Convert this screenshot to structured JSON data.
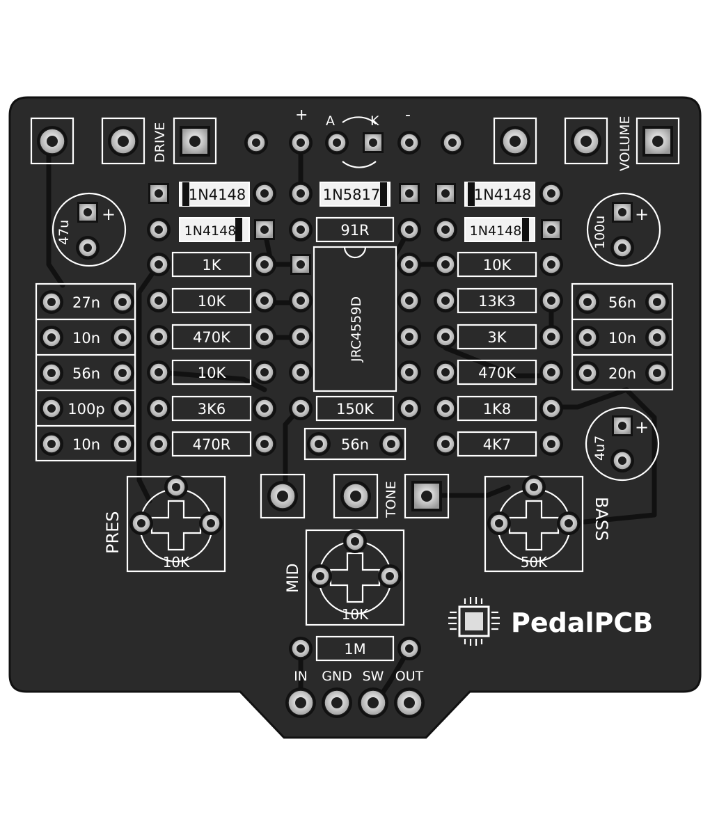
{
  "board": {
    "brand": "PedalPCB",
    "ic": "JRC4559D",
    "led_labels": {
      "plus": "+",
      "anode": "A",
      "cathode": "K",
      "minus": "-"
    }
  },
  "pots": {
    "drive": "DRIVE",
    "volume": "VOLUME",
    "tone": "TONE",
    "pres": {
      "label": "PRES",
      "value": "10K"
    },
    "mid": {
      "label": "MID",
      "value": "10K"
    },
    "bass": {
      "label": "BASS",
      "value": "50K"
    }
  },
  "diodes": [
    "1N4148",
    "1N5817",
    "1N4148",
    "1N4148",
    "1N4148"
  ],
  "resistors_left": [
    "1K",
    "10K",
    "470K",
    "10K",
    "3K6",
    "470R"
  ],
  "resistors_right": [
    "10K",
    "13K3",
    "3K",
    "470K",
    "1K8",
    "4K7"
  ],
  "center_parts": {
    "r_top": "91R",
    "r_bottom": "150K",
    "cap": "56n",
    "r_bottom2": "1M"
  },
  "caps_left": [
    "27n",
    "10n",
    "56n",
    "100p",
    "10n"
  ],
  "caps_right": [
    "56n",
    "10n",
    "20n"
  ],
  "electrolytics": {
    "left": "47u",
    "right_top": "100u",
    "right_bottom": "4u7",
    "plus": "+"
  },
  "io": [
    "IN",
    "GND",
    "SW",
    "OUT"
  ],
  "colors": {
    "board": "#2a2a2a",
    "edge": "#141414",
    "silk": "#ffffff",
    "pad": "#d8d8d8"
  }
}
